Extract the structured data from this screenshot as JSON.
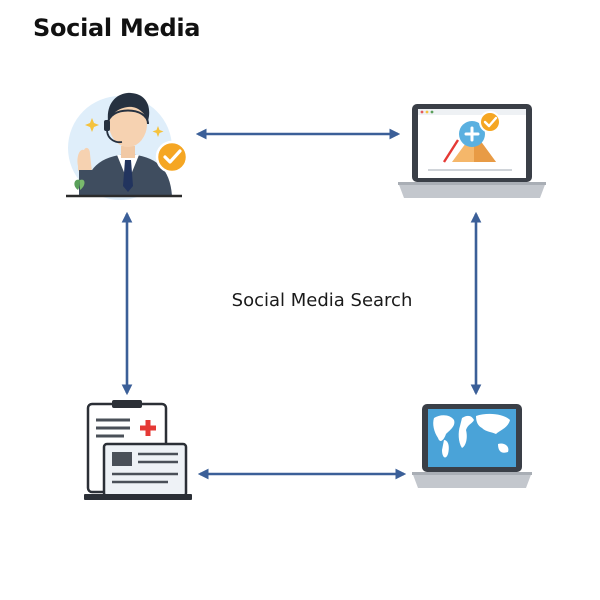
{
  "title": "Social Media",
  "center_label": "Social Media Search",
  "nodes": [
    {
      "id": "support-agent",
      "icon": "support-agent-icon"
    },
    {
      "id": "laptop-add",
      "icon": "laptop-add-icon"
    },
    {
      "id": "medical-forms",
      "icon": "medical-forms-icon"
    },
    {
      "id": "laptop-world-map",
      "icon": "laptop-world-map-icon"
    }
  ],
  "edges": [
    {
      "from": "support-agent",
      "to": "laptop-add",
      "direction": "both"
    },
    {
      "from": "support-agent",
      "to": "medical-forms",
      "direction": "both"
    },
    {
      "from": "laptop-add",
      "to": "laptop-world-map",
      "direction": "both"
    },
    {
      "from": "medical-forms",
      "to": "laptop-world-map",
      "direction": "both"
    }
  ],
  "colors": {
    "arrow": "#3b5f98",
    "accent_orange": "#f5a623",
    "accent_blue": "#4a9fd8",
    "medical_red": "#e53935",
    "suit": "#3f4d5f"
  }
}
